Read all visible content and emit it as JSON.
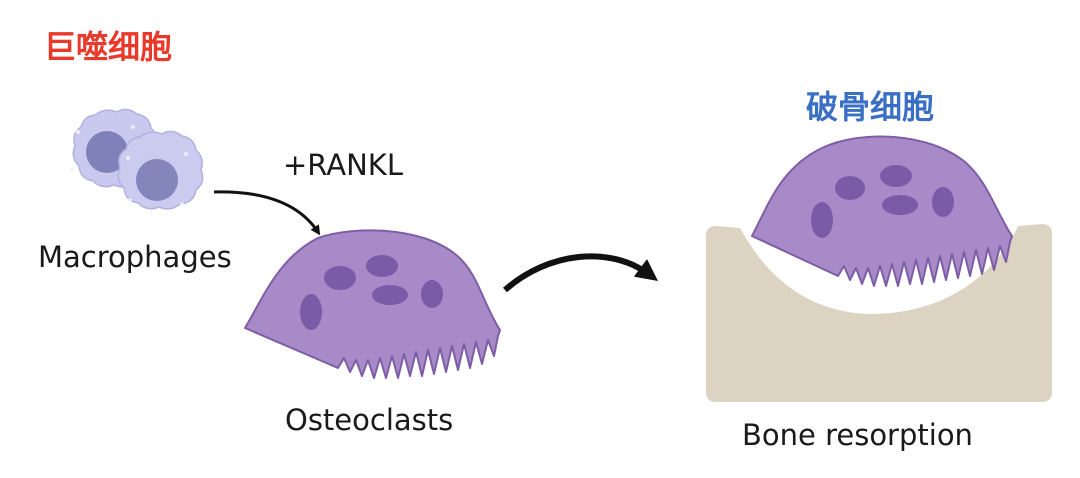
{
  "labels": {
    "macrophage_cn": "巨噬细胞",
    "osteoclast_cn": "破骨细胞",
    "rankl": "+RANKL",
    "macrophages": "Macrophages",
    "osteoclasts": "Osteoclasts",
    "bone_resorption": "Bone resorption"
  },
  "colors": {
    "macrophage_cn": "#e8392a",
    "osteoclast_cn": "#3a6fc4",
    "cell_body": "#a98ac8",
    "nucleus": "#7a5ba8",
    "macrophage_body": "#c7c6ec",
    "macrophage_nucleus": "#7d7fb6",
    "bone": "#ddd3c2"
  }
}
